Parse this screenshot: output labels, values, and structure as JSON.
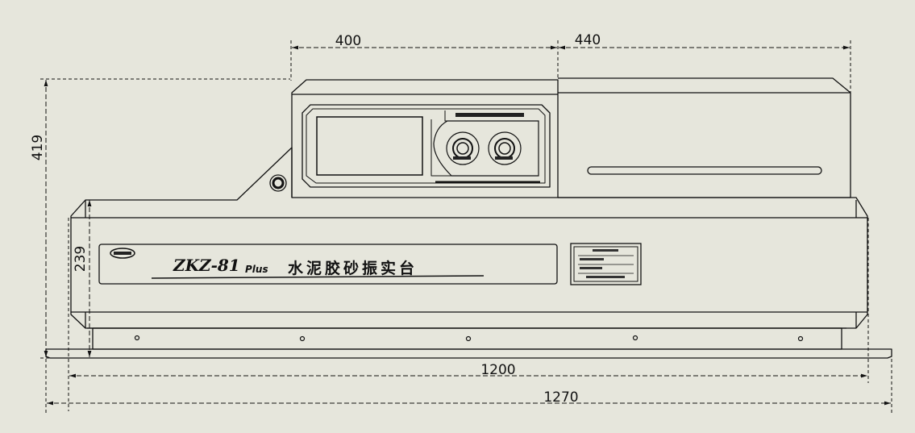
{
  "dimensions": {
    "top_left": "400",
    "top_right": "440",
    "total_height": "419",
    "base_height": "239",
    "base_width": "1200",
    "overall_width": "1270"
  },
  "nameplate": {
    "model": "ZKZ-81",
    "suffix": "Plus",
    "product_name": "水泥胶砂振实台"
  }
}
